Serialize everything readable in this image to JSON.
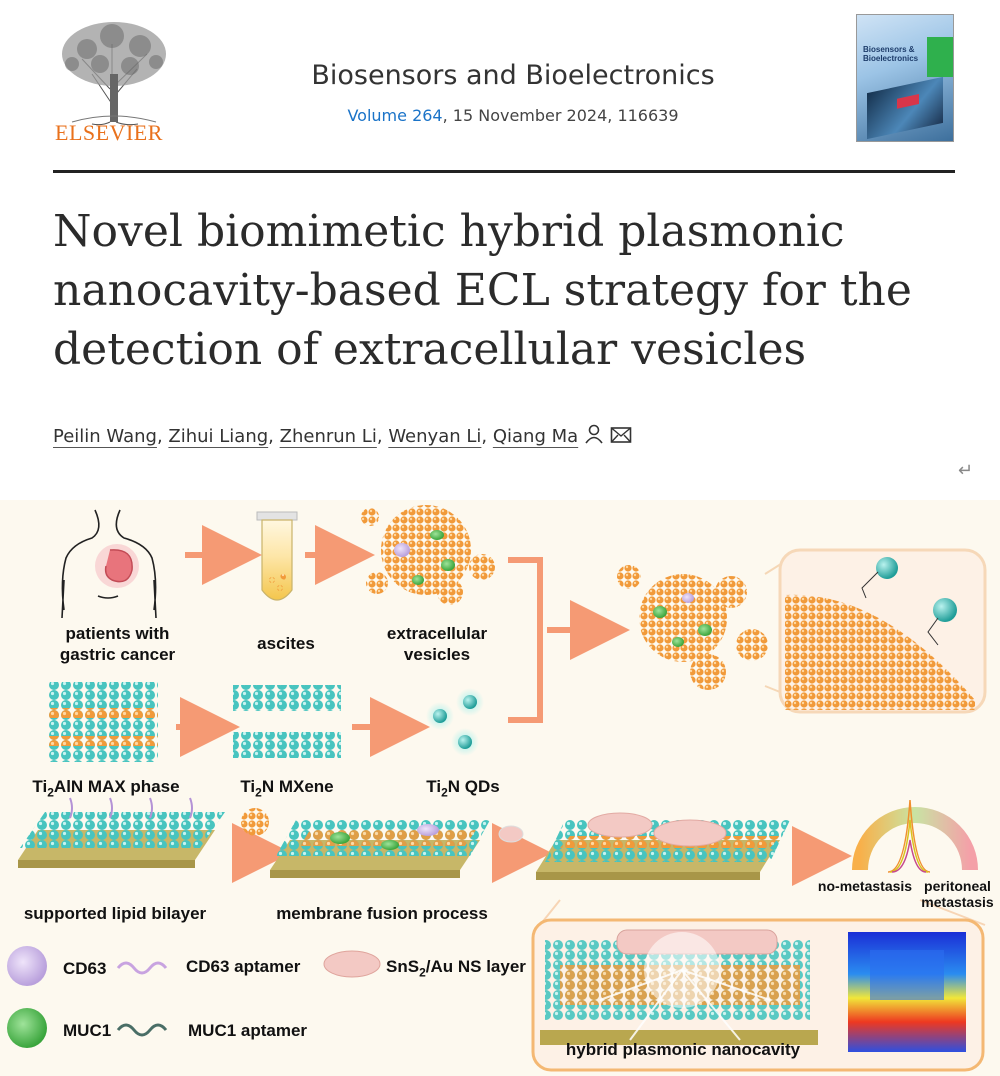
{
  "header": {
    "publisher": "ELSEVIER",
    "journal": "Biosensors and Bioelectronics",
    "volume_label": "Volume 264",
    "issue_info": ", 15 November 2024, 116639",
    "cover_title": "Biosensors & Bioelectronics"
  },
  "article": {
    "title": "Novel biomimetic hybrid plasmonic nanocavity-based ECL strategy for the detection of extracellular vesicles",
    "authors": [
      "Peilin Wang",
      "Zihui Liang",
      "Zhenrun Li",
      "Wenyan Li",
      "Qiang Ma"
    ],
    "separator": ","
  },
  "abstract_figure": {
    "labels": {
      "patients": "patients with\ngastric cancer",
      "ascites": "ascites",
      "ev": "extracellular\nvesicles",
      "max_phase_pre": "Ti",
      "max_phase_sub": "2",
      "max_phase_post": "AlN MAX phase",
      "mxene_pre": "Ti",
      "mxene_sub": "2",
      "mxene_post": "N MXene",
      "qds_pre": "Ti",
      "qds_sub": "2",
      "qds_post": "N QDs",
      "slb": "supported lipid bilayer",
      "fusion": "membrane fusion process",
      "no_metastasis": "no-metastasis",
      "peritoneal": "peritoneal\nmetastasis",
      "nanocavity": "hybrid plasmonic nanocavity"
    },
    "legend": {
      "cd63": "CD63",
      "cd63_aptamer": "CD63 aptamer",
      "sns_pre": "SnS",
      "sns_sub": "2",
      "sns_post": "/Au NS layer",
      "muc1": "MUC1",
      "muc1_aptamer": "MUC1 aptamer"
    },
    "colors": {
      "arrow": "#f59a74",
      "lipid_orange": "#f0a04a",
      "lipid_teal": "#3dbdb8",
      "cd63": "#cdb7e6",
      "muc1": "#58c05a",
      "sns_layer": "#f3c9c4",
      "substrate": "#c9b96a",
      "background": "#fdf9ef"
    }
  }
}
